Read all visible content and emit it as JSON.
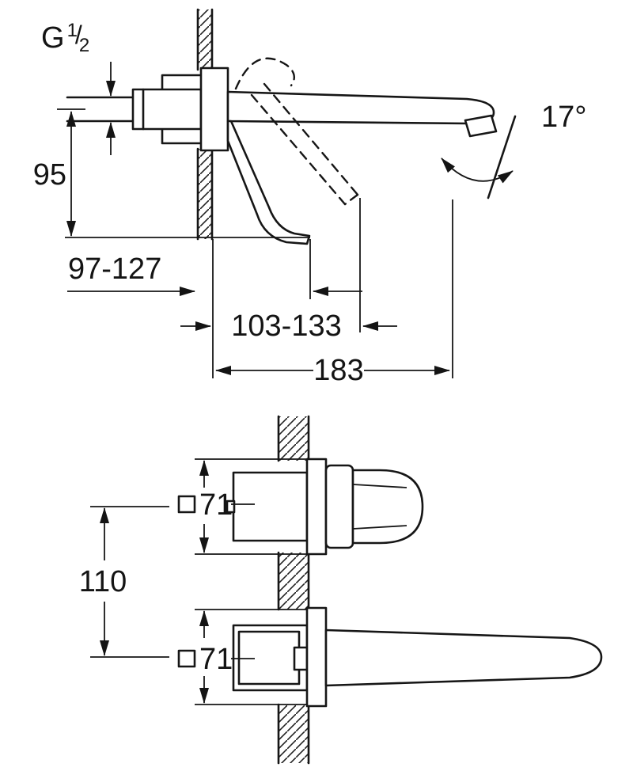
{
  "meta": {
    "background": "#ffffff",
    "line_color": "#161616",
    "drawing_type": "wall-mounted basin mixer dimension drawing"
  },
  "side_view": {
    "thread": {
      "base": "G",
      "numerator": "1",
      "slash": "/",
      "denominator": "2"
    },
    "dim_height": "95",
    "dim_angle": "17°",
    "dim_range_handle": "97-127",
    "dim_range_body": "103-133",
    "dim_spout_reach": "183"
  },
  "front_view": {
    "dim_square_top": "71",
    "dim_square_bottom": "71",
    "dim_spacing": "110"
  }
}
